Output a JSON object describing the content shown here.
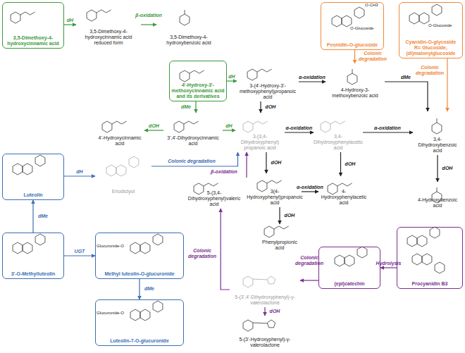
{
  "diagram": {
    "nodes": [
      {
        "text": [
          "3,5-Dimethoxy-4-hydroxycinnamic acid"
        ]
      },
      {
        "text": [
          "3,5-Dimethoxy-4-hydroxycinnamic acid reduced form"
        ]
      },
      {
        "text": [
          "3,5-Dimethoxy-4-hydroxybenzoic acid"
        ]
      },
      {
        "text": [
          "Peonidin-O-glucoside"
        ]
      },
      {
        "text": [
          "Cyanidin-O-glycoside",
          "R= Glucoside, (di)malonylglucoside"
        ]
      },
      {
        "text": [
          "4'-Hydroxy-3'-methoxycinnamic acid and its derivatives"
        ]
      },
      {
        "text": [
          "3-(4'-Hydroxy-3'-methoxyphenyl)propanoic acid"
        ]
      },
      {
        "text": [
          "4-Hydroxy-3-methoxybenzoic acid"
        ]
      },
      {
        "text": [
          "3,4-Dihydroxybenzoic acid"
        ]
      },
      {
        "text": [
          "4'-Hydroxycinnamic acid"
        ]
      },
      {
        "text": [
          "3',4'-Dihydroxycinnamic acid"
        ]
      },
      {
        "text": [
          "3-(3,4-Dihydroxyphenyl) propanoic acid"
        ]
      },
      {
        "text": [
          "3,4-Dihydroxyphenylacetic acid"
        ]
      },
      {
        "text": [
          "Luteolin"
        ]
      },
      {
        "text": [
          "Eriodictyol"
        ]
      },
      {
        "text": [
          "5-(3,4-Dihydroxyphenyl)valeric acid"
        ]
      },
      {
        "text": [
          "3(4-Hydroxyphenyl)propanoic acid"
        ]
      },
      {
        "text": [
          "4-Hydroxyphenylacetic acid"
        ]
      },
      {
        "text": [
          "4-Hydroxybenzoic acid"
        ]
      },
      {
        "text": [
          "Phenylpropionic acid"
        ]
      },
      {
        "text": [
          "3'-O-Methylluteolin"
        ]
      },
      {
        "text": [
          "Methyl luteolin-O-glucuronide"
        ]
      },
      {
        "text": [
          "Luteolin-7-O-glucuronide"
        ]
      },
      {
        "text": [
          "(epi)catechin"
        ]
      },
      {
        "text": [
          "Procyanidin B3"
        ]
      },
      {
        "text": [
          "5-(3',4'-Dihydroxyphenyl)-γ-valerolactone"
        ]
      },
      {
        "text": [
          "5-(3'-Hydroxyphenyl)-γ-valerolactone"
        ]
      }
    ],
    "edges": [
      {
        "from": 0,
        "to": 1,
        "arrow": "to",
        "label": "dH"
      },
      {
        "from": 1,
        "to": 2,
        "arrow": "to",
        "label": "β-oxidation"
      },
      {
        "from": 5,
        "to": 6,
        "arrow": "to",
        "label": "dH"
      },
      {
        "from": 6,
        "to": 7,
        "arrow": "to",
        "label": "α-oxidation"
      },
      {
        "from": 7,
        "to": 8,
        "arrow": "to",
        "label": "dMe"
      },
      {
        "from": 3,
        "to": 7,
        "arrow": "to",
        "label": "Colonic degradation"
      },
      {
        "from": 4,
        "to": 8,
        "arrow": "to",
        "label": "Colonic degradation"
      },
      {
        "from": 5,
        "to": 10,
        "arrow": "to",
        "label": "dMe"
      },
      {
        "from": 6,
        "to": 11,
        "arrow": "to",
        "label": "dOH"
      },
      {
        "from": 10,
        "to": 9,
        "arrow": "to",
        "label": "dOH"
      },
      {
        "from": 10,
        "to": 11,
        "arrow": "to",
        "label": "dH"
      },
      {
        "from": 11,
        "to": 12,
        "arrow": "to",
        "label": "α-oxidation"
      },
      {
        "from": 12,
        "to": 8,
        "arrow": "to",
        "label": "α-oxidation"
      },
      {
        "from": 13,
        "to": 14,
        "arrow": "to",
        "label": "dH"
      },
      {
        "from": 14,
        "to": 11,
        "arrow": "to",
        "label": "Colonic degradation"
      },
      {
        "from": 15,
        "to": 11,
        "arrow": "to",
        "label": "β-oxidation"
      },
      {
        "from": 11,
        "to": 16,
        "arrow": "to",
        "label": "dOH"
      },
      {
        "from": 12,
        "to": 17,
        "arrow": "to",
        "label": "dOH"
      },
      {
        "from": 8,
        "to": 18,
        "arrow": "to",
        "label": "dOH"
      },
      {
        "from": 16,
        "to": 17,
        "arrow": "to",
        "label": "α-oxidation"
      },
      {
        "from": 16,
        "to": 19,
        "arrow": "to",
        "label": "dOH"
      },
      {
        "from": 20,
        "to": 13,
        "arrow": "to",
        "label": "dMe"
      },
      {
        "from": 20,
        "to": 21,
        "arrow": "to",
        "label": "UGT"
      },
      {
        "from": 21,
        "to": 22,
        "arrow": "to",
        "label": "dMe"
      },
      {
        "from": 24,
        "to": 23,
        "arrow": "to",
        "label": "Hydrolysis"
      },
      {
        "from": 23,
        "to": 25,
        "arrow": "to",
        "label": "Colonic degradation"
      },
      {
        "from": 25,
        "to": 15,
        "arrow": "to",
        "label": "Colonic degradation"
      },
      {
        "from": 25,
        "to": 26,
        "arrow": "to",
        "label": "dOH"
      }
    ],
    "labels": [
      "O-CH3",
      "O-Glucoside",
      "O-Glucoside",
      "Glucuronide-O",
      "Glucuronide-O"
    ]
  }
}
